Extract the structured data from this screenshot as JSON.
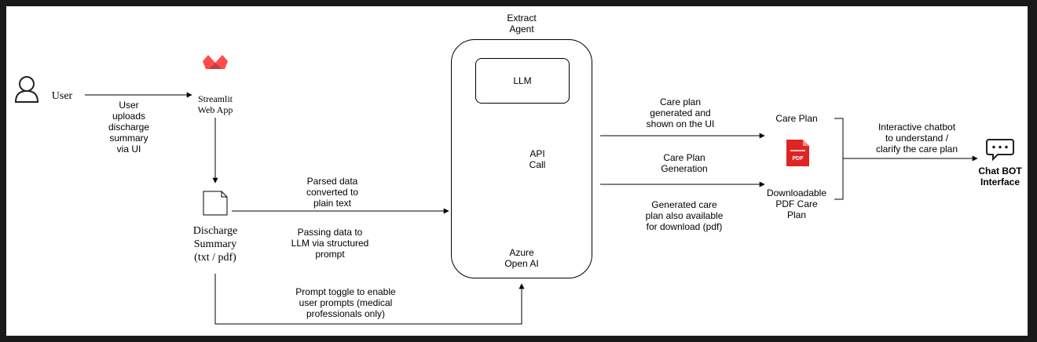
{
  "nodes": {
    "user": "User",
    "streamlit": "Streamlit\nWeb App",
    "discharge": "Discharge\nSummary\n(txt / pdf)",
    "agent_title": "Extract\nAgent",
    "llm": "LLM",
    "azure": "Azure\nOpen AI",
    "care_plan": "Care Plan",
    "pdf_badge": "PDF",
    "downloadable": "Downloadable\nPDF Care\nPlan",
    "chatbot": "Chat BOT\nInterface"
  },
  "edges": {
    "upload": "User\nuploads\ndischarge\nsummary\nvia UI",
    "parsed": "Parsed data\nconverted to\nplain text",
    "passing": "Passing data to\nLLM via structured\nprompt",
    "api": "API\nCall",
    "toggle": "Prompt toggle to enable\nuser prompts (medical\nprofessionals only)",
    "shown": "Care plan\ngenerated and\nshown on the UI",
    "generation": "Care Plan\nGeneration",
    "download": "Generated care\nplan also available\nfor download (pdf)",
    "chat": "Interactive chatbot\nto understand /\nclarify the care plan"
  },
  "colors": {
    "streamlit_red": "#ff4b4b",
    "pdf_red": "#e02424",
    "azure_blue": "#1fa7e6"
  },
  "icons": [
    "user-icon",
    "streamlit-logo-icon",
    "document-icon",
    "cloud-icon",
    "pdf-icon",
    "chat-bubble-icon"
  ]
}
